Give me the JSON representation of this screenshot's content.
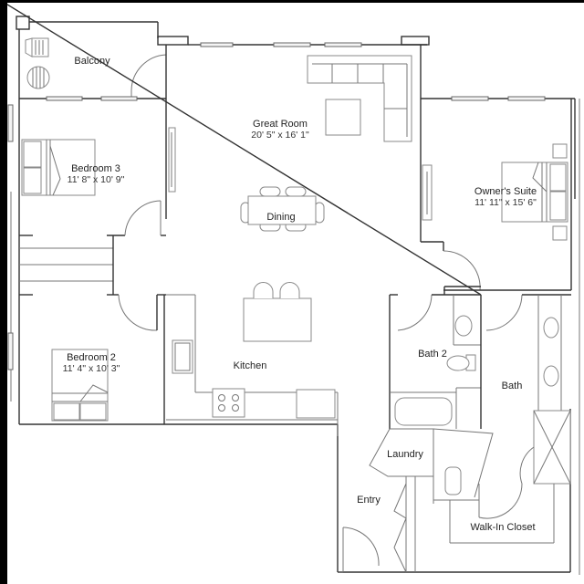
{
  "plan": {
    "rooms": [
      {
        "id": "balcony",
        "name": "Balcony",
        "dimensions": ""
      },
      {
        "id": "great-room",
        "name": "Great Room",
        "dimensions": "20' 5\" x 16' 1\""
      },
      {
        "id": "bedroom-3",
        "name": "Bedroom 3",
        "dimensions": "11' 8\" x 10' 9\""
      },
      {
        "id": "dining",
        "name": "Dining",
        "dimensions": ""
      },
      {
        "id": "owners-suite",
        "name": "Owner's Suite",
        "dimensions": "11' 11\" x 15' 6\""
      },
      {
        "id": "bedroom-2",
        "name": "Bedroom 2",
        "dimensions": "11' 4\" x 10' 3\""
      },
      {
        "id": "kitchen",
        "name": "Kitchen",
        "dimensions": ""
      },
      {
        "id": "bath-2",
        "name": "Bath 2",
        "dimensions": ""
      },
      {
        "id": "bath",
        "name": "Bath",
        "dimensions": ""
      },
      {
        "id": "laundry",
        "name": "Laundry",
        "dimensions": ""
      },
      {
        "id": "entry",
        "name": "Entry",
        "dimensions": ""
      },
      {
        "id": "walk-in-closet",
        "name": "Walk-In Closet",
        "dimensions": ""
      }
    ],
    "colors": {
      "wall": "#333333",
      "furniture": "#8a8a8a",
      "background": "#ffffff",
      "border": "#000000"
    }
  }
}
